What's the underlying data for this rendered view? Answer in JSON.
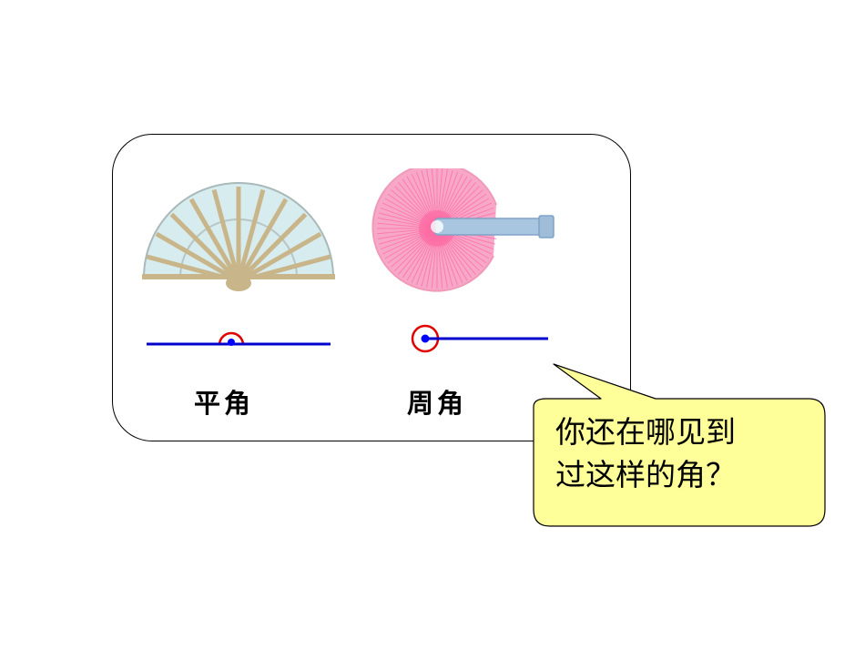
{
  "panel": {
    "items": [
      {
        "label": "平角",
        "image": "folding-fan"
      },
      {
        "label": "周角",
        "image": "round-fan"
      }
    ]
  },
  "callout": {
    "line1": "你还在哪见到",
    "line2": "过这样的角？",
    "fill_color": "#ffff99"
  },
  "colors": {
    "ray": "#0000cc",
    "vertex_dot": "#0000ff",
    "angle_mark": "#e00000",
    "fan_panel": "#d6ecef",
    "fan_rib": "#c9b58a",
    "round_fan": "#f7a8c8"
  }
}
